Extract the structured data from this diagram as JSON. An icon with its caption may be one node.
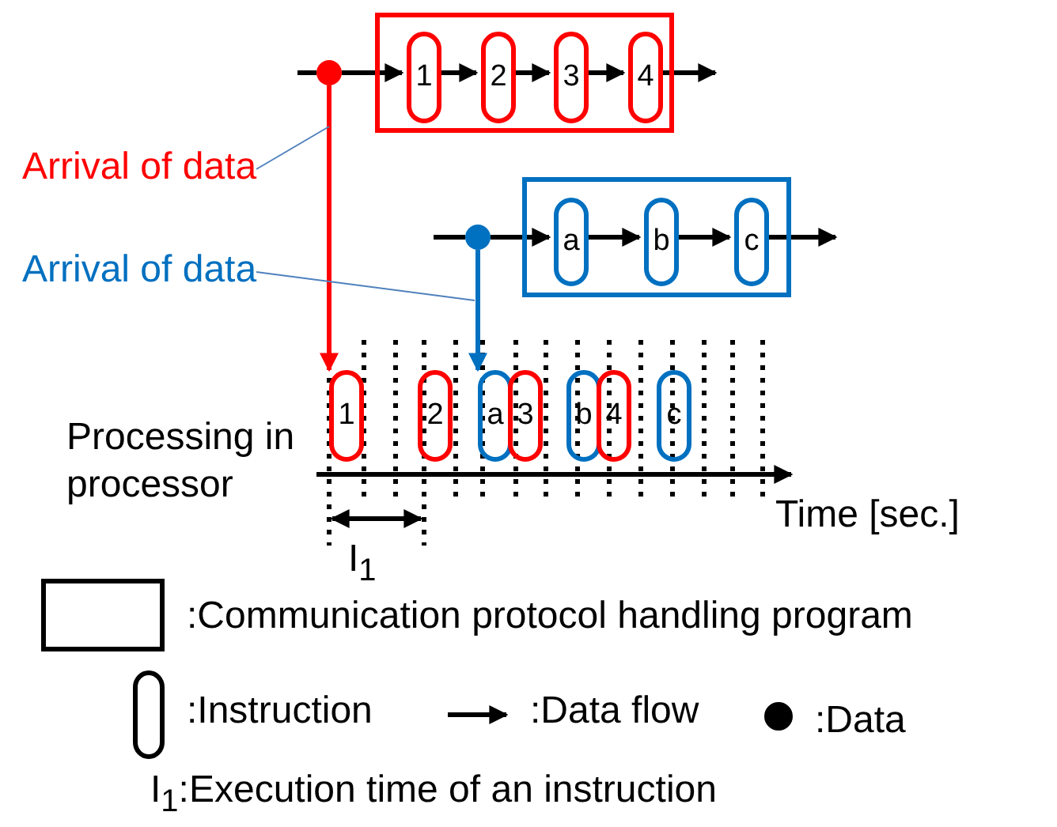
{
  "diagram": {
    "nodes": [
      {
        "text": [],
        "shape": "box"
      },
      {
        "text": [
          "1"
        ],
        "in": 0
      },
      {
        "text": [
          "2"
        ],
        "in": 0
      },
      {
        "text": [
          "3"
        ],
        "in": 0
      },
      {
        "text": [
          "4"
        ],
        "in": 0
      },
      {
        "text": [],
        "shape": "circle"
      },
      {
        "text": [],
        "shape": "box"
      },
      {
        "text": [
          "a"
        ],
        "in": 6
      },
      {
        "text": [
          "b"
        ],
        "in": 6
      },
      {
        "text": [
          "c"
        ],
        "in": 6
      },
      {
        "text": [],
        "shape": "circle"
      },
      {
        "text": [
          "1"
        ]
      },
      {
        "text": [
          "2"
        ]
      },
      {
        "text": [
          "a"
        ]
      },
      {
        "text": [
          "3"
        ]
      },
      {
        "text": [
          "b"
        ]
      },
      {
        "text": [
          "4"
        ]
      },
      {
        "text": [
          "c"
        ]
      },
      {
        "text": [
          "Arrival of data"
        ]
      },
      {
        "text": [
          "Arrival of data"
        ]
      }
    ],
    "edges": [
      {
        "from": null,
        "to": 5,
        "arrow": "none"
      },
      {
        "from": 5,
        "to": 1,
        "arrow": "to"
      },
      {
        "from": 1,
        "to": 2,
        "arrow": "to"
      },
      {
        "from": 2,
        "to": 3,
        "arrow": "to"
      },
      {
        "from": 3,
        "to": 4,
        "arrow": "to"
      },
      {
        "from": 4,
        "to": null,
        "arrow": "to"
      },
      {
        "from": null,
        "to": 10,
        "arrow": "none"
      },
      {
        "from": 10,
        "to": 7,
        "arrow": "to"
      },
      {
        "from": 7,
        "to": 8,
        "arrow": "to"
      },
      {
        "from": 8,
        "to": 9,
        "arrow": "to"
      },
      {
        "from": 9,
        "to": null,
        "arrow": "to"
      },
      {
        "from": 5,
        "to": 11,
        "arrow": "to",
        "color": "#ff0000"
      },
      {
        "from": 10,
        "to": 13,
        "arrow": "to",
        "color": "#0070c0"
      },
      {
        "from": 18,
        "to": null,
        "arrow": "none",
        "color": "#4f81bd"
      },
      {
        "from": 19,
        "to": null,
        "arrow": "none",
        "color": "#4f81bd"
      }
    ],
    "labels": [
      "Processing in processor",
      "Time [sec.]",
      "I$_{1}$",
      "I$_{1}$:Execution time of an instruction"
    ],
    "legend": [
      {
        "text": ":Communication protocol handling program"
      },
      {
        "text": ":Instruction"
      },
      {
        "text": ":Data flow"
      },
      {
        "text": ":Data"
      }
    ]
  }
}
